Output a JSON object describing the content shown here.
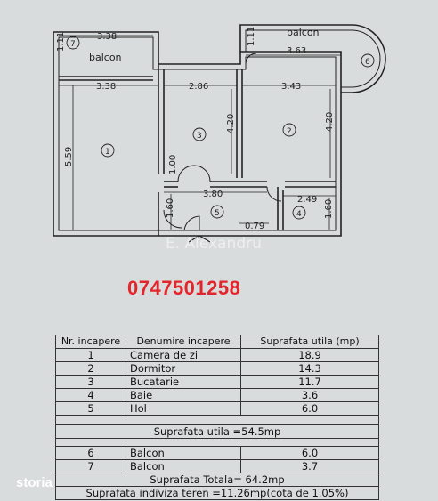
{
  "plan": {
    "dims": {
      "d1": "3.38",
      "d2": "3.38",
      "d3": "2.86",
      "d4": "3.43",
      "d5": "3.63",
      "d6": "5.59",
      "d7": "4.20",
      "d8": "4.20",
      "d9": "1.00",
      "d10": "3.80",
      "d11": "2.49",
      "d12": "1.60",
      "d13": "1.60",
      "d14": "0.79",
      "d15": "1.11",
      "d16": "1.11"
    },
    "labels": {
      "balcon_left": "balcon",
      "balcon_right": "balcon"
    },
    "rooms": {
      "r1": "1",
      "r2": "2",
      "r3": "3",
      "r4": "4",
      "r5": "5",
      "r6": "6",
      "r7": "7"
    }
  },
  "watermark": "E. Alexandru",
  "phone": "0747501258",
  "table": {
    "headers": [
      "Nr. incapere",
      "Denumire incapere",
      "Suprafata utila (mp)"
    ],
    "rows": [
      {
        "nr": "1",
        "name": "Camera de zi",
        "area": "18.9"
      },
      {
        "nr": "2",
        "name": "Dormitor",
        "area": "14.3"
      },
      {
        "nr": "3",
        "name": "Bucatarie",
        "area": "11.7"
      },
      {
        "nr": "4",
        "name": "Baie",
        "area": "3.6"
      },
      {
        "nr": "5",
        "name": "Hol",
        "area": "6.0"
      }
    ],
    "useful_total": "Suprafata utila =54.5mp",
    "balcony_rows": [
      {
        "nr": "6",
        "name": "Balcon",
        "area": "6.0"
      },
      {
        "nr": "7",
        "name": "Balcon",
        "area": "3.7"
      }
    ],
    "total": "Suprafata Totala= 64.2mp",
    "indiviza": "Suprafata indiviza teren =11.26mp(cota de 1.05%)"
  },
  "brand": "storia"
}
